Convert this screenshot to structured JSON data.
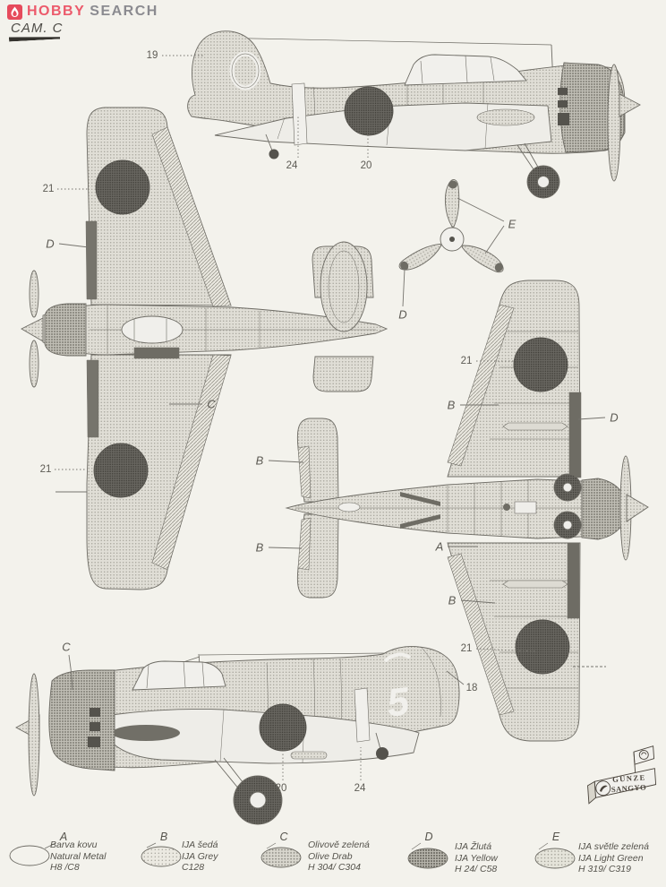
{
  "header": {
    "brand": {
      "word1": "HOBBY",
      "word2": "SEARCH"
    },
    "scheme_label": "CAM. C",
    "colors": {
      "brand_red": "#e64b5c",
      "brand_gray": "#8b8b90",
      "paper": "#f3f2ec",
      "ink": "#6e6c65"
    }
  },
  "callouts": [
    {
      "id": "side-top-tail",
      "text": "19"
    },
    {
      "id": "side-top-fuselage-band",
      "text": "24"
    },
    {
      "id": "side-top-hinomaru",
      "text": "20"
    },
    {
      "id": "plan-upper-wing-hinomaru",
      "text": "21"
    },
    {
      "id": "plan-leading-edge-strip",
      "text": "D"
    },
    {
      "id": "plan-wing-surface",
      "text": "C"
    },
    {
      "id": "plan-lower-wing-hinomaru",
      "text": "21"
    },
    {
      "id": "propeller-blade-color",
      "text": "E"
    },
    {
      "id": "propeller-tip-color",
      "text": "D"
    },
    {
      "id": "bottom-upper-wing-hinomaru",
      "text": "21"
    },
    {
      "id": "bottom-upper-flap",
      "text": "B"
    },
    {
      "id": "bottom-leading-edge-strip",
      "text": "D"
    },
    {
      "id": "bottom-upper-elevator",
      "text": "B"
    },
    {
      "id": "bottom-fuselage-underside",
      "text": "A"
    },
    {
      "id": "bottom-lower-elevator",
      "text": "B"
    },
    {
      "id": "bottom-lower-flap",
      "text": "B"
    },
    {
      "id": "bottom-lower-wing-hinomaru",
      "text": "21"
    },
    {
      "id": "side-bottom-rudder",
      "text": "18"
    },
    {
      "id": "side-bottom-fuselage",
      "text": "C"
    },
    {
      "id": "side-bottom-hinomaru",
      "text": "20"
    },
    {
      "id": "side-bottom-fuselage-band",
      "text": "24"
    }
  ],
  "legend": {
    "items": [
      {
        "letter": "A",
        "name_local": "Barva kovu",
        "name_en": "Natural Metal",
        "code": "H8 /C8"
      },
      {
        "letter": "B",
        "name_local": "IJA šedá",
        "name_en": "IJA Grey",
        "code": "C128"
      },
      {
        "letter": "C",
        "name_local": "Olivově zelená",
        "name_en": "Olive Drab",
        "code": "H 304/ C304"
      },
      {
        "letter": "D",
        "name_local": "IJA Žlutá",
        "name_en": "IJA Yellow",
        "code": "H 24/ C58"
      },
      {
        "letter": "E",
        "name_local": "IJA světle zelená",
        "name_en": "IJA Light Green",
        "code": "H 319/ C319"
      }
    ]
  },
  "stamp": {
    "word1": "GUNZE",
    "word2": "SANGYO"
  }
}
